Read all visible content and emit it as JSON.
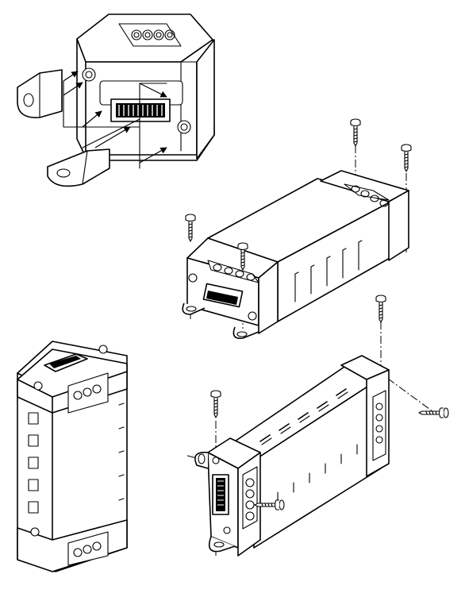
{
  "figure": {
    "kind": "line-art assembly diagram",
    "colors": {
      "line": "#000000",
      "background": "#ffffff"
    },
    "views": [
      {
        "id": "bracket-attachment",
        "parts": [
          "housing",
          "mounting-bracket",
          "mounting-bracket"
        ]
      },
      {
        "id": "screw-mount-horizontal",
        "parts": [
          "housing",
          "screw",
          "screw",
          "screw",
          "screw"
        ]
      },
      {
        "id": "upright-assembled",
        "parts": [
          "housing"
        ]
      },
      {
        "id": "screw-mount-vertical",
        "parts": [
          "housing",
          "screw",
          "screw",
          "screw",
          "screw"
        ]
      }
    ]
  }
}
